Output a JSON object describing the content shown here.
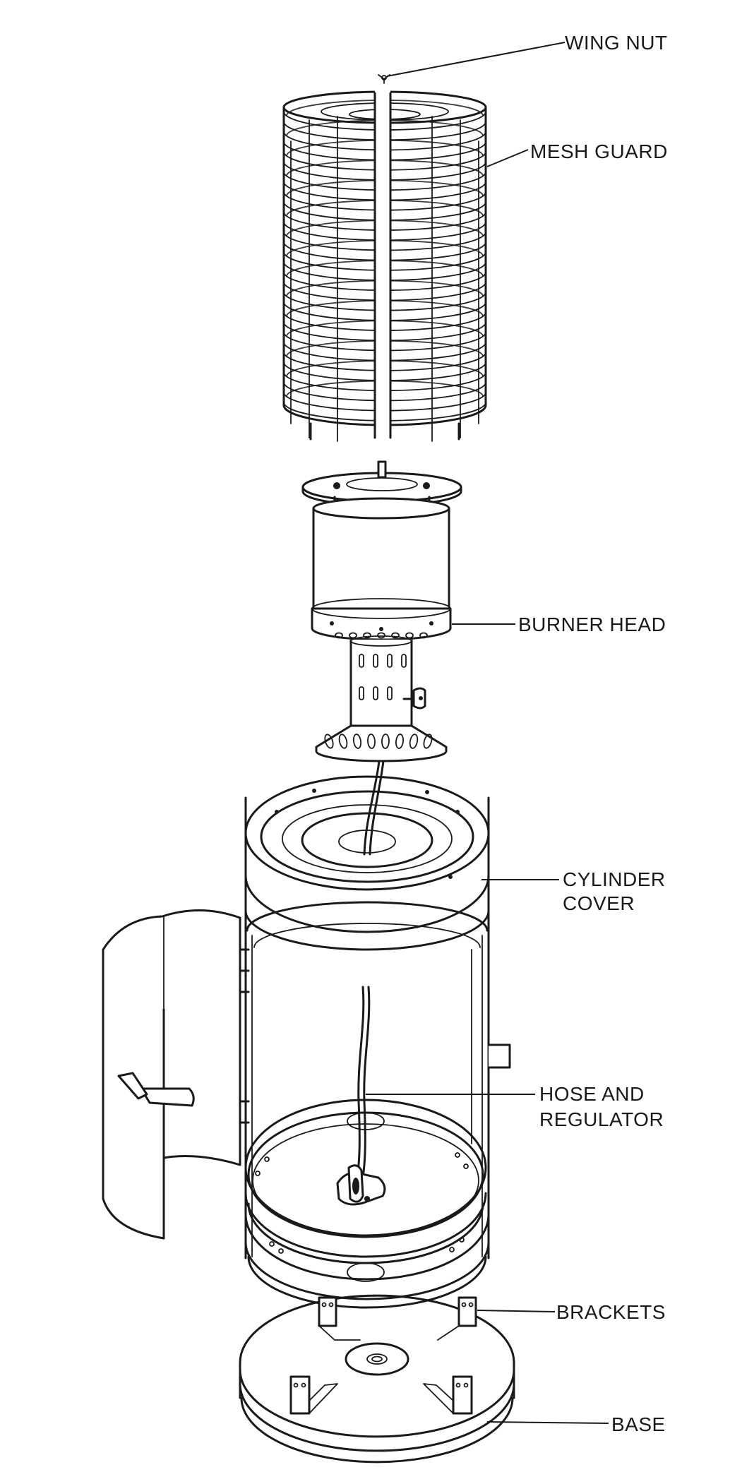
{
  "labels": {
    "wing_nut": "WING NUT",
    "mesh_guard": "MESH GUARD",
    "burner_head": "BURNER HEAD",
    "cylinder_cover_line1": "CYLINDER",
    "cylinder_cover_line2": "COVER",
    "hose_line1": "HOSE AND",
    "hose_line2": "REGULATOR",
    "brackets": "BRACKETS",
    "base": "BASE"
  },
  "colors": {
    "ink": "#1a1a1a",
    "paper": "#ffffff"
  }
}
